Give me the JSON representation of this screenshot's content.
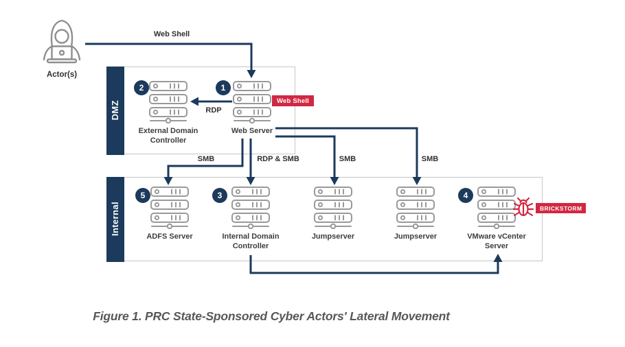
{
  "figure": {
    "caption": "Figure 1. PRC State-Sponsored Cyber Actors' Lateral Movement",
    "actor": {
      "label": "Actor(s)"
    },
    "zones": [
      {
        "label": "DMZ"
      },
      {
        "label": "Internal"
      }
    ],
    "nodes": [
      {
        "badge": "2",
        "label": "External Domain Controller",
        "zone": "DMZ"
      },
      {
        "badge": "1",
        "label": "Web Server",
        "zone": "DMZ",
        "tag": "Web Shell"
      },
      {
        "badge": "5",
        "label": "ADFS Server",
        "zone": "Internal"
      },
      {
        "badge": "3",
        "label": "Internal Domain Controller",
        "zone": "Internal"
      },
      {
        "label": "Jumpserver",
        "zone": "Internal"
      },
      {
        "label": "Jumpserver",
        "zone": "Internal"
      },
      {
        "badge": "4",
        "label": "VMware vCenter Server",
        "zone": "Internal",
        "tag": "BRICKSTORM"
      }
    ],
    "edges": [
      {
        "from": "Actor(s)",
        "to": "Web Server",
        "label": "Web Shell"
      },
      {
        "from": "Web Server",
        "to": "External Domain Controller",
        "label": "RDP"
      },
      {
        "from": "Web Server",
        "to": "ADFS Server",
        "label": "SMB"
      },
      {
        "from": "Web Server",
        "to": "Internal Domain Controller",
        "label": "RDP & SMB"
      },
      {
        "from": "Web Server",
        "to": "Jumpserver",
        "label": "SMB"
      },
      {
        "from": "Web Server",
        "to": "Jumpserver",
        "label": "SMB"
      },
      {
        "from": "Internal Domain Controller",
        "to": "VMware vCenter Server",
        "label": ""
      }
    ],
    "colors": {
      "navy": "#1B3A5C",
      "red": "#D22742",
      "icon_gray": "#999999",
      "border_gray": "#C6C6C6"
    }
  }
}
